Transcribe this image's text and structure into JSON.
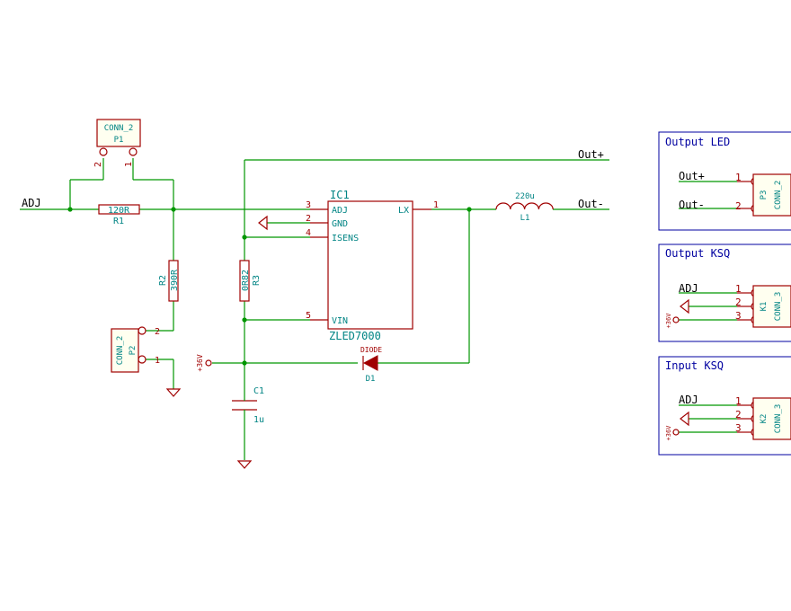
{
  "colors": {
    "wire": "#009600",
    "part": "#a00000",
    "ref_text": "#008484",
    "label_text": "#000000",
    "box_title": "#0000a0"
  },
  "nets": {
    "adj": "ADJ",
    "out_plus": "Out+",
    "out_minus": "Out-",
    "supply": "+36V"
  },
  "parts": {
    "ic1": {
      "ref": "IC1",
      "value": "ZLED7000",
      "pins": {
        "adj": {
          "name": "ADJ",
          "num": "3"
        },
        "gnd": {
          "name": "GND",
          "num": "2"
        },
        "isens": {
          "name": "ISENS",
          "num": "4"
        },
        "vin": {
          "name": "VIN",
          "num": "5"
        },
        "lx": {
          "name": "LX",
          "num": "1"
        }
      }
    },
    "r1": {
      "ref": "R1",
      "value": "120R"
    },
    "r2": {
      "ref": "R2",
      "value": "390R"
    },
    "r3": {
      "ref": "R3",
      "value": "0R82"
    },
    "l1": {
      "ref": "L1",
      "value": "220u"
    },
    "c1": {
      "ref": "C1",
      "value": "1u"
    },
    "d1": {
      "ref": "D1",
      "value": "DIODE"
    },
    "p1": {
      "ref": "P1",
      "value": "CONN_2",
      "pin1": "1",
      "pin2": "2"
    },
    "p2": {
      "ref": "P2",
      "value": "CONN_2",
      "pin1": "1",
      "pin2": "2"
    }
  },
  "boxes": {
    "output_led": {
      "title": "Output LED",
      "conn": {
        "ref": "P3",
        "value": "CONN_2"
      },
      "pins": [
        {
          "num": "1",
          "label": "Out+"
        },
        {
          "num": "2",
          "label": "Out-"
        }
      ]
    },
    "output_ksq": {
      "title": "Output KSQ",
      "conn": {
        "ref": "K1",
        "value": "CONN_3"
      },
      "pins": [
        {
          "num": "1",
          "label": "ADJ"
        },
        {
          "num": "2",
          "label": ""
        },
        {
          "num": "3",
          "label": "+36V"
        }
      ]
    },
    "input_ksq": {
      "title": "Input KSQ",
      "conn": {
        "ref": "K2",
        "value": "CONN_3"
      },
      "pins": [
        {
          "num": "1",
          "label": "ADJ"
        },
        {
          "num": "2",
          "label": ""
        },
        {
          "num": "3",
          "label": "+36V"
        }
      ]
    }
  }
}
